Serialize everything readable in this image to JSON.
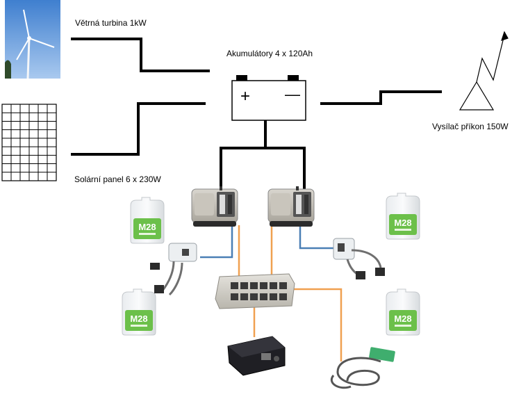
{
  "labels": {
    "wind_turbine": "Větrná turbina 1kW",
    "batteries": "Akumulátory 4 x 120Ah",
    "solar_panel": "Solární panel 6 x 230W",
    "transmitter": "Vysílač příkon  150W"
  },
  "battery_symbols": {
    "plus": "+",
    "minus": "—"
  },
  "canister_text": "M28",
  "colors": {
    "wire": "#000000",
    "orange_cable": "#f0a050",
    "blue_cable": "#4a7fb5",
    "canister_green": "#6cc04a",
    "sky": "#5d97d6"
  }
}
